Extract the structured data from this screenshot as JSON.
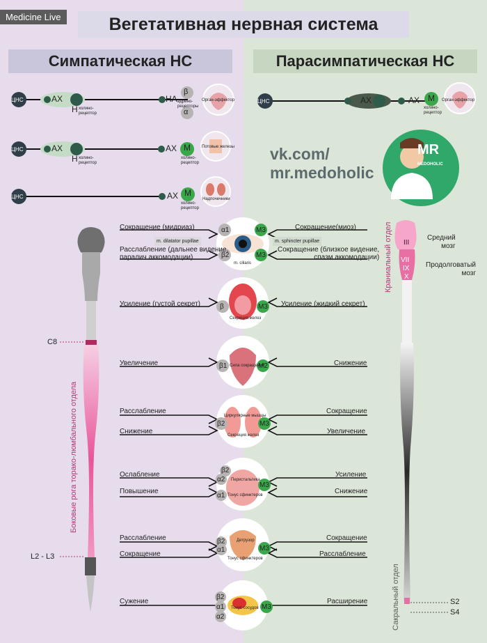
{
  "watermark": "Medicine Live",
  "title": "Вегетативная нервная система",
  "headers": {
    "sympathetic": "Симпатическая НС",
    "parasympathetic": "Парасимпатическая НС"
  },
  "vk": {
    "line1": "vk.com/",
    "line2": "mr.medoholic"
  },
  "logo": {
    "mr": "MR",
    "sub": "MEDOHOLIC"
  },
  "pathways": {
    "cns": "ЦНС",
    "ach": "АХ",
    "na": "НА",
    "h": "Н",
    "m": "М",
    "cholinoreceptor": "холино-\nрецептор",
    "adrenoreceptors": "адрено-\nрецепторы",
    "beta": "β",
    "alpha": "α",
    "organ_effector": "Орган-эффектор",
    "sweat_glands": "Потовые железы",
    "adrenals": "Надпочечники"
  },
  "spinal": {
    "c8": "C8",
    "l2l3": "L2 - L3",
    "lateral_horns": "Боковые рога торако-люмбального отдела",
    "cranial": "Краниальный отдел",
    "sacral": "Сакральный отдел",
    "nucleus_3": "III",
    "nucleus_7_9": "VII",
    "nucleus_9": "IX",
    "nucleus_10": "X",
    "midbrain": "Средний\nмозг",
    "medulla": "Продолговатый\nмозг",
    "s2": "S2",
    "s4": "S4"
  },
  "organs": {
    "eye": {
      "sym1": "Сокращение (мидриаз)",
      "para1": "Сокращение(миоз)",
      "sym2": "Расслабление (дальнее видение,\nпаралич аккомодации)",
      "para2": "Сокращение (близкое видение,\nспазм аккомодации)",
      "dilator": "m. dilatator pupillae",
      "sphincter": "m. sphincter pupillae",
      "ciliaris": "m. ciliaris",
      "r_a1": "α1",
      "r_b2": "β2",
      "r_m3a": "M3",
      "r_m3b": "M3"
    },
    "glands": {
      "sym": "Усиление (густой секрет)",
      "para": "Усиление (жидкий секрет)",
      "caption": "Секреция желез",
      "r_b": "β",
      "r_m3": "M3"
    },
    "heart": {
      "sym": "Увеличение",
      "para": "Снижение",
      "caption": "Сила сокращений",
      "r_b1": "β1",
      "r_m2": "M2"
    },
    "lungs": {
      "sym1": "Расслабление",
      "para1": "Сокращение",
      "sym2": "Снижение",
      "para2": "Увеличение",
      "caption1": "Циркулярные мышцы",
      "caption2": "Секреция желез",
      "r_b2": "β2",
      "r_m3": "M3"
    },
    "gut": {
      "sym1": "Ослабление",
      "para1": "Усиление",
      "sym2": "Повышение",
      "para2": "Снижение",
      "caption1": "Перистальтика",
      "caption2": "Тонус сфинктеров",
      "r_b2": "β2",
      "r_a2": "α2",
      "r_a1": "α1",
      "r_m3": "M3"
    },
    "bladder": {
      "sym1": "Расслабление",
      "para1": "Сокращение",
      "sym2": "Сокращение",
      "para2": "Расслабление",
      "caption1": "Детрузор",
      "caption2": "Тонус сфинктеров",
      "r_b2": "β2",
      "r_a1": "α1",
      "r_m3": "M3"
    },
    "vessels": {
      "sym": "Сужение",
      "para": "Расширение",
      "caption": "Тонус сосудов",
      "r_b2": "β2",
      "r_a1": "α1",
      "r_a2": "α2",
      "r_m3": "M3"
    }
  }
}
